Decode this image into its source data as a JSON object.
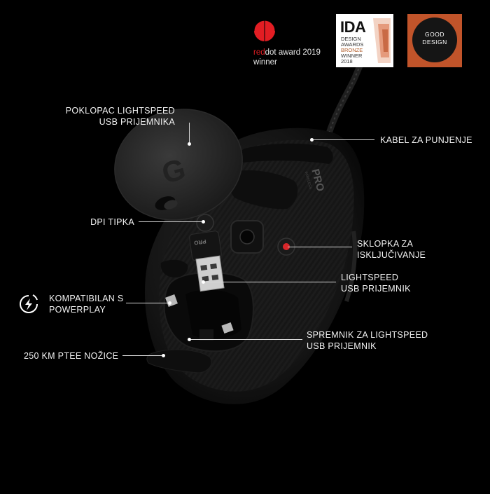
{
  "awards": {
    "reddot": {
      "brand_part1": "red",
      "brand_part2": "dot",
      "rest": " award 2019",
      "line2": "winner"
    },
    "ida": {
      "title": "IDA",
      "line1": "DESIGN",
      "line2": "AWARDS",
      "line3": "BRONZE",
      "line4": "WINNER",
      "line5": "2018"
    },
    "good_design": {
      "line1": "GOOD",
      "line2": "DESIGN"
    }
  },
  "product": {
    "logo_text": "PRO",
    "logo_sub": "WIRELESS",
    "receiver_text": "PRO"
  },
  "callouts": {
    "cover": [
      "POKLOPAC LIGHTSPEED",
      "USB PRIJEMNIKA"
    ],
    "cable": "KABEL ZA PUNJENJE",
    "dpi": "DPI TIPKA",
    "switch": [
      "SKLOPKA ZA",
      "ISKLJUČIVANJE"
    ],
    "receiver": [
      "LIGHTSPEED",
      "USB PRIJEMNIK"
    ],
    "powerplay": [
      "KOMPATIBILAN S",
      "POWERPLAY"
    ],
    "storage": [
      "SPREMNIK ZA LIGHTSPEED",
      "USB PRIJEMNIK"
    ],
    "feet": "250 KM PTEE NOŽICE"
  },
  "icons": {
    "powerplay": "powerplay-charging-icon"
  },
  "colors": {
    "background": "#000000",
    "reddot_red": "#e21d23",
    "good_design_orange": "#c1542a",
    "power_switch_red": "#d8262a"
  }
}
